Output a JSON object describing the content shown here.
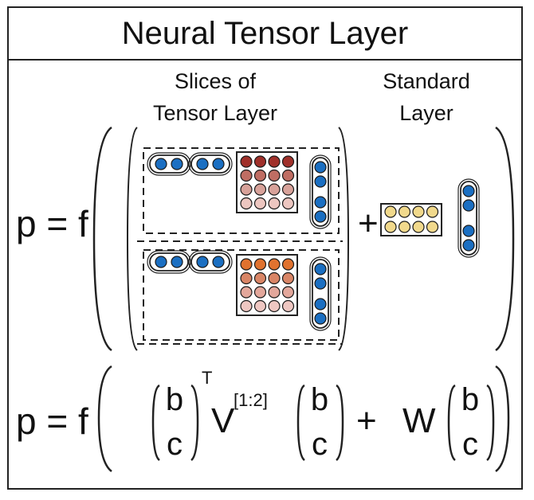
{
  "title": "Neural Tensor Layer",
  "labels": {
    "slices_line1": "Slices of",
    "slices_line2": "Tensor Layer",
    "standard_line1": "Standard",
    "standard_line2": "Layer"
  },
  "equation_top": {
    "lhs": "p = f",
    "plus": "+"
  },
  "equation_bottom": {
    "lhs": "p = f",
    "vec_top": "b",
    "vec_bottom": "c",
    "transpose": "T",
    "tensor_symbol": "V",
    "tensor_superscript": "[1:2]",
    "plus": "+",
    "weight_symbol": "W"
  },
  "colors": {
    "blue_node": "#1b6fc2",
    "slice1_matrix": [
      "#a0302a",
      "#bf6d63",
      "#d8a29a",
      "#ecc6c0"
    ],
    "slice2_matrix": [
      "#e0722f",
      "#d98566",
      "#e3a79b",
      "#efc7c2"
    ],
    "standard_matrix": "#f1d98c"
  }
}
